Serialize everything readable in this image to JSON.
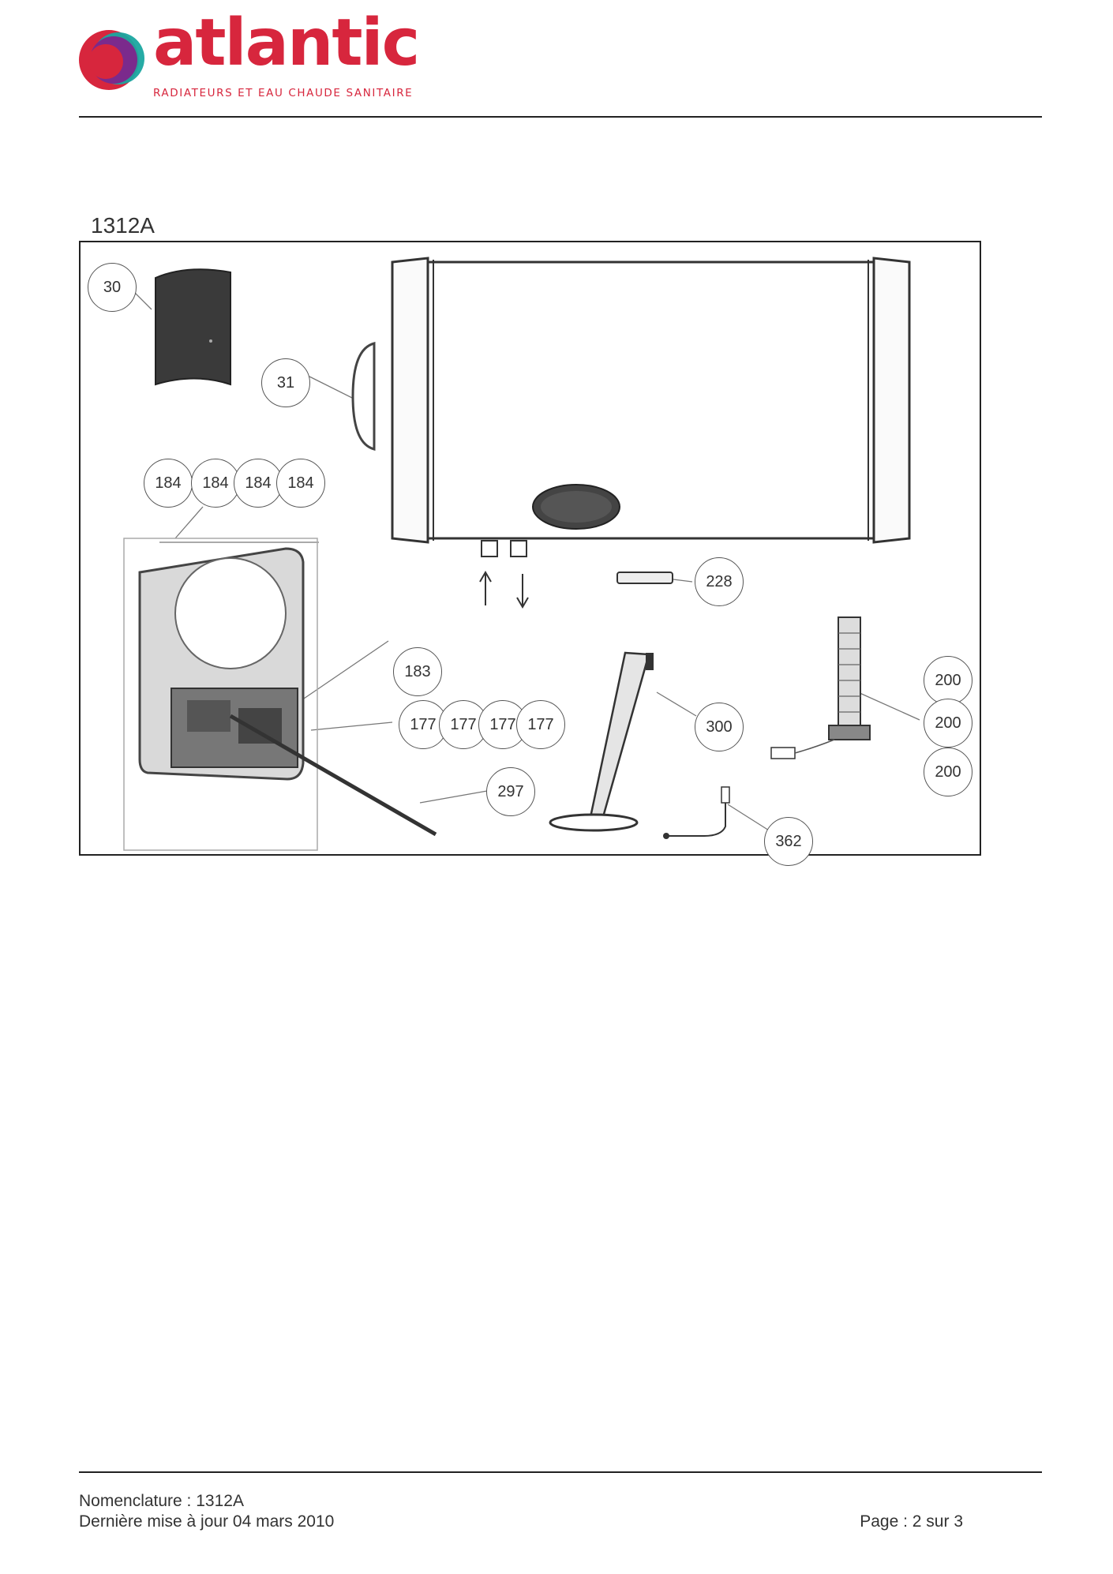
{
  "brand": {
    "name": "atlantic",
    "tagline": "RADIATEURS ET EAU CHAUDE SANITAIRE",
    "colors": {
      "red": "#d7263d",
      "purple": "#7b2a8c",
      "teal": "#1aa7a0"
    }
  },
  "reference": "1312A",
  "callouts": [
    "30",
    "31",
    "184",
    "184",
    "184",
    "184",
    "228",
    "183",
    "177",
    "177",
    "177",
    "177",
    "300",
    "200",
    "200",
    "200",
    "297",
    "362"
  ],
  "footer": {
    "nomenclature": "Nomenclature : 1312A",
    "updated": "Dernière mise à jour 04 mars 2010",
    "page": "Page : 2 sur 3"
  }
}
